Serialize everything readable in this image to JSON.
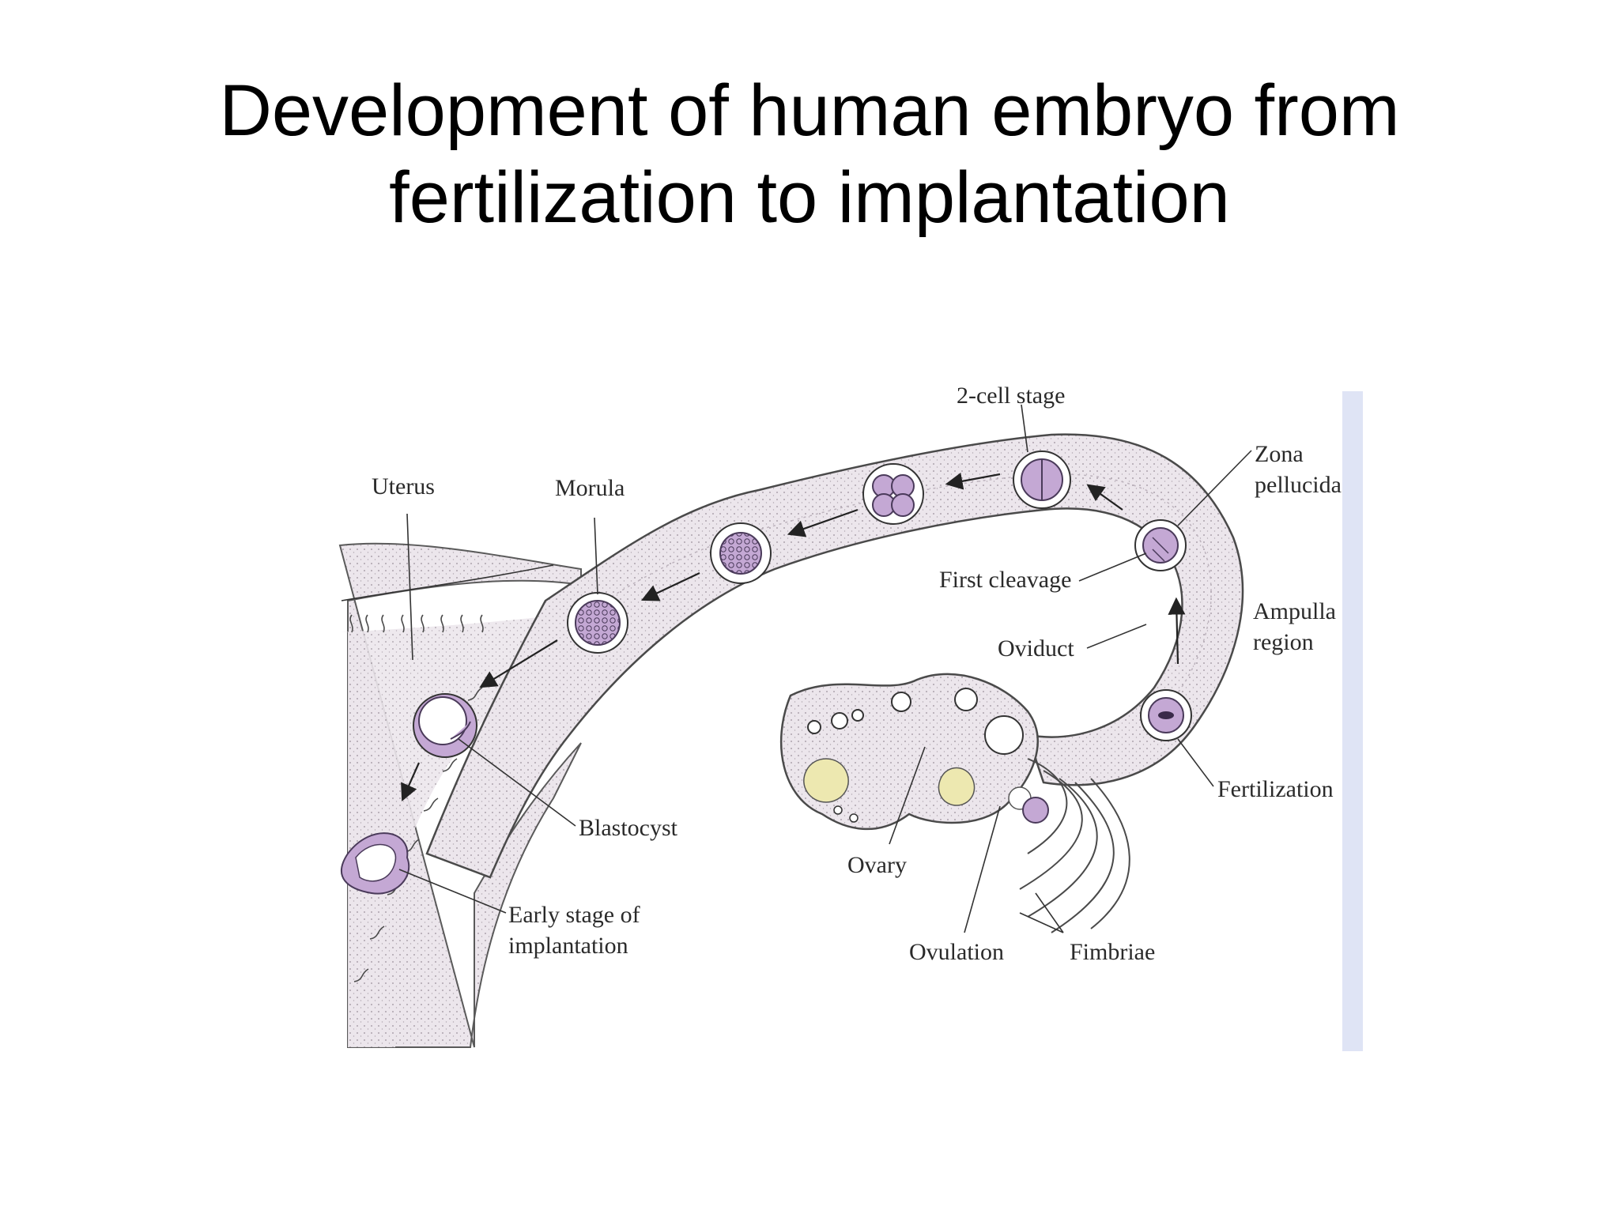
{
  "slide": {
    "title_line1": "Development of human embryo from",
    "title_line2": "fertilization to implantation"
  },
  "labels": {
    "two_cell_stage": "2-cell stage",
    "zona_pellucida_1": "Zona",
    "zona_pellucida_2": "pellucida",
    "uterus": "Uterus",
    "morula": "Morula",
    "first_cleavage": "First cleavage",
    "ampulla_1": "Ampulla",
    "ampulla_2": "region",
    "oviduct": "Oviduct",
    "fertilization": "Fertilization",
    "blastocyst": "Blastocyst",
    "ovary": "Ovary",
    "implantation_1": "Early stage of",
    "implantation_2": "implantation",
    "ovulation": "Ovulation",
    "fimbriae": "Fimbriae"
  },
  "colors": {
    "tube_fill": "#ece6ec",
    "cell_fill": "#c4a8d4",
    "cell_stroke": "#4a3a5a",
    "follicle_fill": "#ede8b0",
    "scan_edge": "#dfe4f5"
  }
}
